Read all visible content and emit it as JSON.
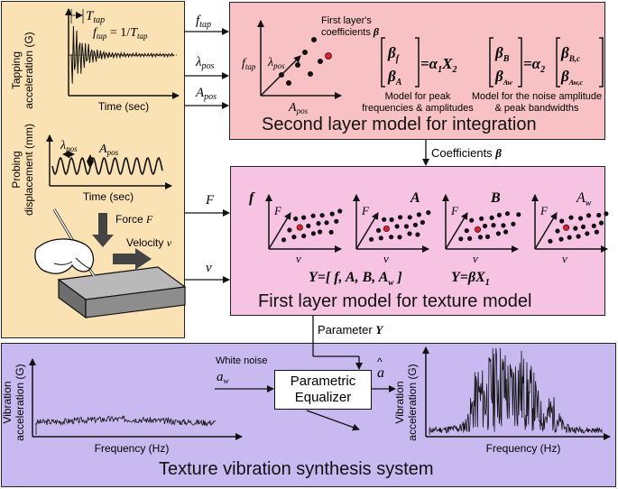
{
  "left_panel": {
    "tapping_ylabel": [
      "Tapping",
      "acceleration (G)"
    ],
    "tapping_xlabel": "Time (sec)",
    "T_tap_label": "T",
    "T_tap_sub": "tap",
    "f_tap_formula": "f",
    "f_tap_formula_sub1": "tap",
    "f_tap_formula_mid": " = 1/",
    "f_tap_formula_T": "T",
    "f_tap_formula_sub2": "tap",
    "probing_ylabel": [
      "Probing",
      "displacement (mm)"
    ],
    "probing_xlabel": "Time (sec)",
    "lambda_pos": "λ",
    "lambda_pos_sub": "pos",
    "A_pos": "A",
    "A_pos_sub": "pos",
    "force_label": "Force ",
    "force_symbol": "F",
    "velocity_label": "Velocity ",
    "velocity_symbol": "v"
  },
  "arrows": {
    "f_tap": "f",
    "f_tap_sub": "tap",
    "lambda_pos": "λ",
    "lambda_pos_sub": "pos",
    "A_pos": "A",
    "A_pos_sub": "pos",
    "F": "F",
    "v": "v",
    "coefficients_label": "Coefficients ",
    "coefficients_symbol": "β",
    "parameter_label": "Parameter ",
    "parameter_symbol": "Y"
  },
  "second_layer": {
    "title": "Second layer model for integration",
    "axis_y": "f",
    "axis_y_sub": "tap",
    "axis_diag": "λ",
    "axis_diag_sub": "pos",
    "axis_x": "A",
    "axis_x_sub": "pos",
    "callout": [
      "First layer's",
      "coefficients "
    ],
    "callout_symbol": "β",
    "eq1_lhs_top": "β",
    "eq1_lhs_top_sub": "f",
    "eq1_lhs_bot": "β",
    "eq1_lhs_bot_sub": "A",
    "eq1_rhs": "=α",
    "eq1_rhs_sub1": "1",
    "eq1_rhs_X": "X",
    "eq1_rhs_sub2": "2",
    "eq2_lhs_top": "β",
    "eq2_lhs_top_sub": "B",
    "eq2_lhs_bot": "β",
    "eq2_lhs_bot_sub": "Aw",
    "eq2_rhs": "=α",
    "eq2_rhs_sub": "2",
    "eq2_mat_top": "β",
    "eq2_mat_top_sub": "B,c",
    "eq2_mat_bot": "β",
    "eq2_mat_bot_sub": "Aw,c",
    "caption1": [
      "Model for peak",
      "frequencies & amplitudes"
    ],
    "caption2": [
      "Model for the noise amplitude",
      "& peak bandwidths"
    ]
  },
  "first_layer": {
    "title": "First layer model for texture model",
    "plot_labels": [
      "f",
      "A",
      "B",
      "A"
    ],
    "plot_label_aw_sub": "w",
    "axis_y": "F",
    "axis_x": "v",
    "eq_Y": "Y",
    "eq_Y_rest": "=[ f, A, B, A",
    "eq_Y_sub": "w",
    "eq_Y_end": " ]",
    "eq_beta": "Y",
    "eq_beta_rest": "=βX",
    "eq_beta_sub": "1"
  },
  "bottom_panel": {
    "title": "Texture vibration synthesis system",
    "left_ylabel": [
      "Vibration",
      "acceleration (G)"
    ],
    "left_xlabel": "Frequency (Hz)",
    "right_ylabel": [
      "Vibration",
      "acceleration (G)"
    ],
    "right_xlabel": "Frequency (Hz)",
    "white_noise": "White noise",
    "a_w": "a",
    "a_w_sub": "w",
    "equalizer": [
      "Parametric",
      "Equalizer"
    ],
    "a_hat": "a"
  },
  "colors": {
    "left_bg": "#fbe2b4",
    "second_bg": "#f8c2c4",
    "first_bg": "#f6c3e2",
    "bottom_bg": "#c8baf0",
    "highlight_point": "#e0202a"
  }
}
